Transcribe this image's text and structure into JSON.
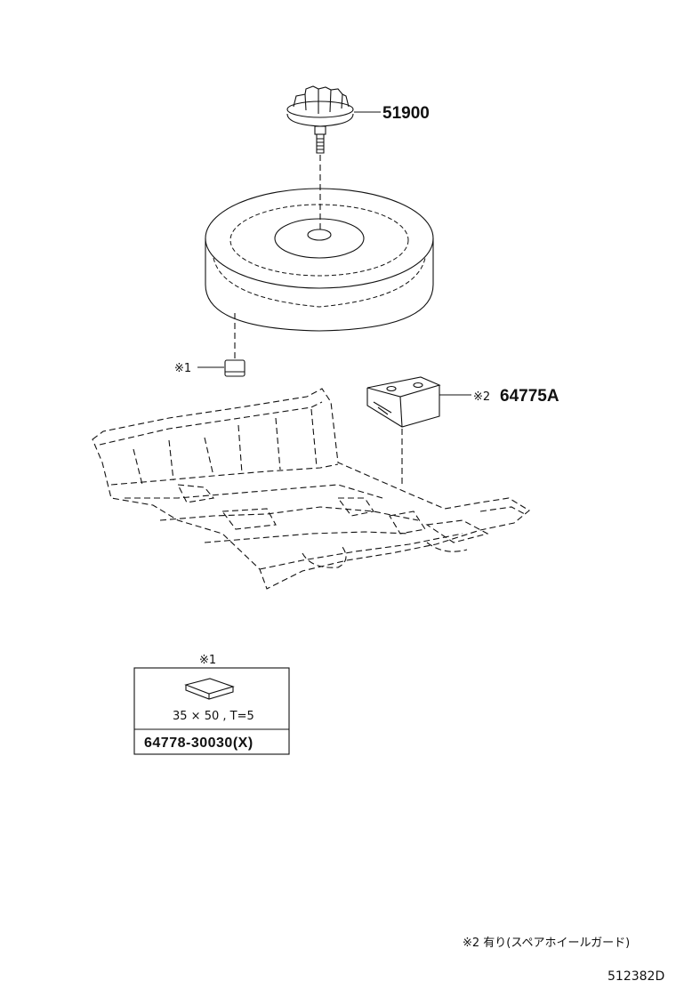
{
  "parts": {
    "hold_down_clamp": {
      "number": "51900"
    },
    "wheel_guard": {
      "marker": "※2",
      "number": "64775A"
    },
    "spacer": {
      "marker": "※1"
    }
  },
  "detail_box": {
    "marker": "※1",
    "dimensions": "35 × 50 , T=5",
    "part_number": "64778-30030(X)"
  },
  "footnote": "※2 有り(スペアホイールガード)",
  "diagram_code": "512382D"
}
